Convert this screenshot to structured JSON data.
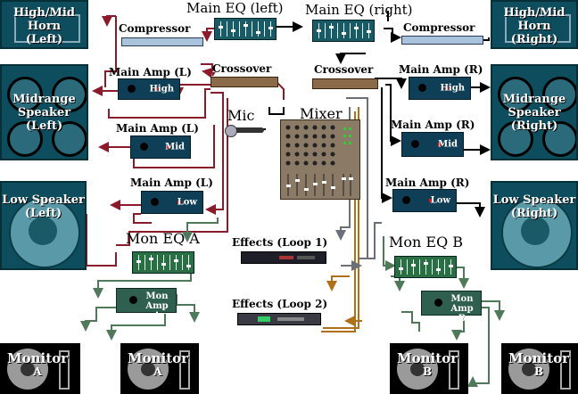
{
  "speakers": {
    "horn_left": {
      "line1": "High/Mid",
      "line2": "Horn",
      "line3": "(Left)"
    },
    "horn_right": {
      "line1": "High/Mid",
      "line2": "Horn",
      "line3": "(Right)"
    },
    "mid_left": {
      "line1": "Midrange",
      "line2": "Speaker",
      "line3": "(Left)"
    },
    "mid_right": {
      "line1": "Midrange",
      "line2": "Speaker",
      "line3": "(Right)"
    },
    "low_left": {
      "line1": "Low Speaker",
      "line2": "(Left)"
    },
    "low_right": {
      "line1": "Low Speaker",
      "line2": "(Right)"
    }
  },
  "monitors": {
    "mon_a1": {
      "name": "Monitor",
      "sub": "A"
    },
    "mon_a2": {
      "name": "Monitor",
      "sub": "A"
    },
    "mon_b1": {
      "name": "Monitor",
      "sub": "B"
    },
    "mon_b2": {
      "name": "Monitor",
      "sub": "B"
    }
  },
  "labels": {
    "main_eq_left": "Main EQ (left)",
    "main_eq_right": "Main EQ (right)",
    "compressor_left": "Compressor",
    "compressor_right": "Compressor",
    "crossover_left": "Crossover",
    "crossover_right": "Crossover",
    "main_amp_l_high": "Main Amp (L)",
    "main_amp_l_mid": "Main Amp (L)",
    "main_amp_l_low": "Main Amp (L)",
    "main_amp_r_high": "Main Amp (R)",
    "main_amp_r_mid": "Main Amp (R)",
    "main_amp_r_low": "Main Amp (R)",
    "mic": "Mic",
    "mixer": "Mixer",
    "mon_eq_a": "Mon EQ A",
    "mon_eq_b": "Mon EQ B",
    "effects_loop1": "Effects (Loop 1)",
    "effects_loop2": "Effects (Loop 2)"
  },
  "amps": {
    "high": "High",
    "mid": "Mid",
    "low": "Low"
  },
  "mon_amps": {
    "a": {
      "line1": "Mon Amp",
      "line2": "A"
    },
    "b": {
      "line1": "Mon Amp",
      "line2": "B"
    }
  },
  "colors": {
    "speaker": "#0e4d5d",
    "amp": "#0f3f56",
    "wire_left": "#8b1a2b",
    "wire_right": "#000000",
    "wire_monitor": "#4e7a5a",
    "wire_effects": "#b0701a",
    "wire_gray": "#6a6f7a"
  }
}
